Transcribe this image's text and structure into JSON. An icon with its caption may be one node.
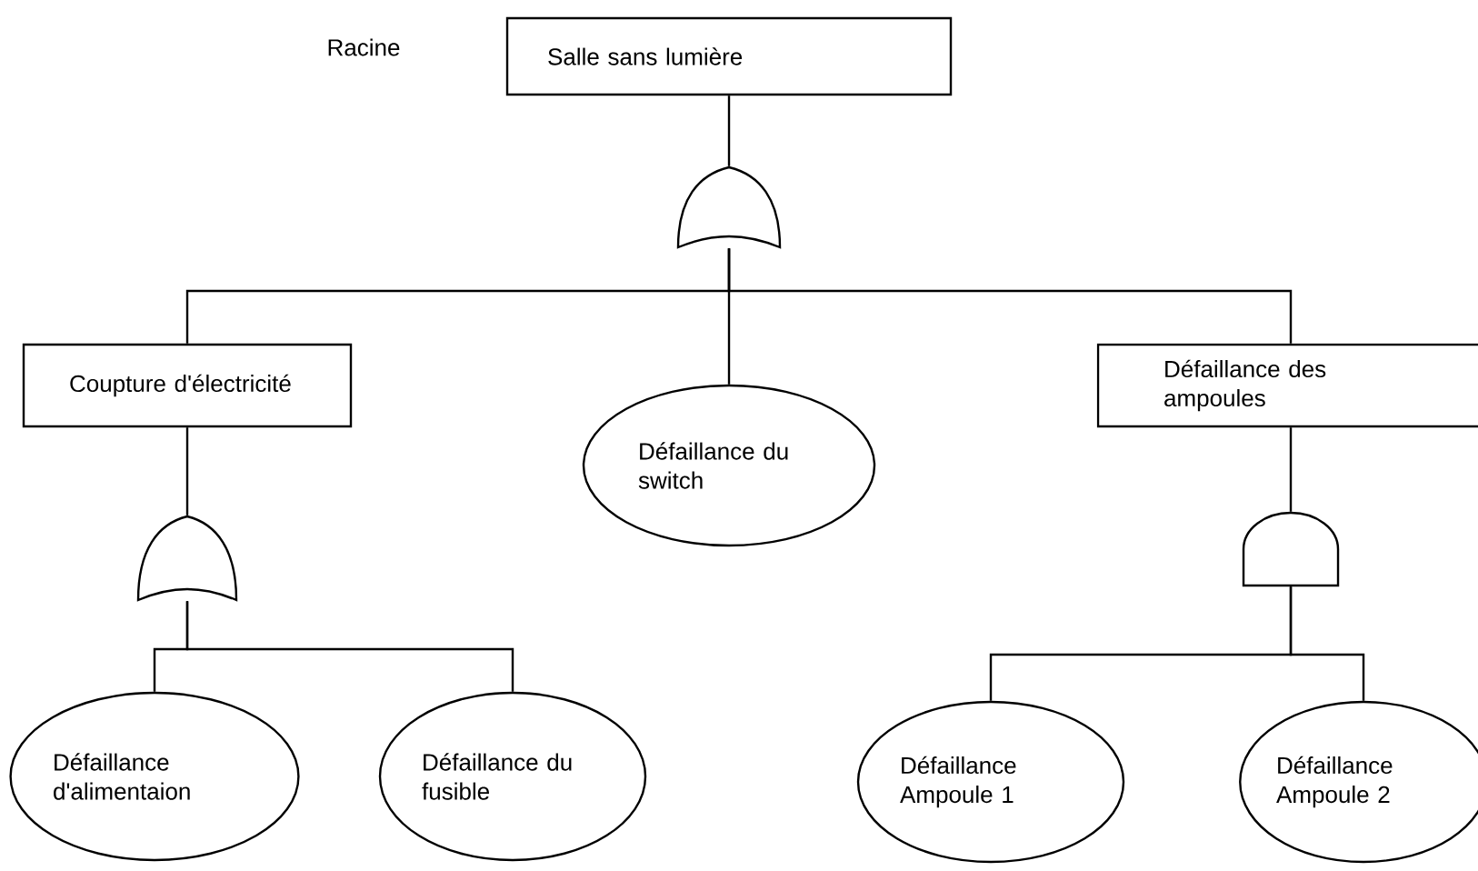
{
  "diagram": {
    "nodes": [
      {
        "text": [
          "Salle sans lumière"
        ]
      },
      {
        "text": [],
        "shape": "or-gate"
      },
      {
        "text": [
          "Coupture d'électricité"
        ]
      },
      {
        "text": [
          "Défaillance du switch"
        ]
      },
      {
        "text": [
          "Défaillance des ampoules"
        ]
      },
      {
        "text": [],
        "shape": "or-gate"
      },
      {
        "text": [],
        "shape": "and-gate"
      },
      {
        "text": [
          "Défaillance d'alimentaion"
        ]
      },
      {
        "text": [
          "Défaillance du fusible"
        ]
      },
      {
        "text": [
          "Défaillance Ampoule 1"
        ]
      },
      {
        "text": [
          "Défaillance Ampoule 2"
        ]
      }
    ],
    "edges": [
      {
        "from": 0,
        "to": 1,
        "arrow": "none"
      },
      {
        "from": 1,
        "to": 2,
        "arrow": "none"
      },
      {
        "from": 1,
        "to": 3,
        "arrow": "none"
      },
      {
        "from": 1,
        "to": 4,
        "arrow": "none"
      },
      {
        "from": 2,
        "to": 5,
        "arrow": "none"
      },
      {
        "from": 5,
        "to": 7,
        "arrow": "none"
      },
      {
        "from": 5,
        "to": 8,
        "arrow": "none"
      },
      {
        "from": 4,
        "to": 6,
        "arrow": "none"
      },
      {
        "from": 6,
        "to": 9,
        "arrow": "none"
      },
      {
        "from": 6,
        "to": 10,
        "arrow": "none"
      }
    ],
    "labels": [
      "Racine"
    ]
  }
}
